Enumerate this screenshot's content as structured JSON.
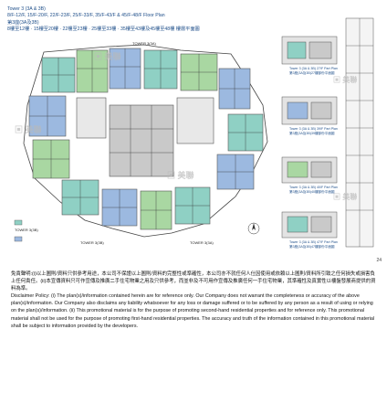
{
  "header": {
    "tower_title": "Tower 3 (3A & 3B)",
    "floors_line": "8/F-12/F, 15/F-20/F, 22/F-23/F, 25/F-33/F, 35/F-43/F & 45/F-48/F   Floor Plan",
    "zh_tower": "第3座(3A及3B)",
    "zh_floors": "8樓至12樓 · 15樓至20樓 · 22樓至23樓 · 25樓至33樓 · 35樓至43樓及45樓至48樓   樓層平面圖"
  },
  "side_labels": [
    {
      "en": "Tower 3 (3A & 3B) 27/F Part Plan",
      "zh": "第3座(3A及3B)27樓部份平面圖"
    },
    {
      "en": "Tower 3 (3A & 3B) 39/F Part Plan",
      "zh": "第3座(3A及3B)39樓部份平面圖"
    },
    {
      "en": "Tower 3 (3A & 3B) 40/F Part Plan",
      "zh": "第3座(3A及3B)40樓部份平面圖"
    },
    {
      "en": "Tower 3 (3A & 3B) 47/F Part Plan",
      "zh": "第3座(3A及3B)47樓部份平面圖"
    }
  ],
  "plan_labels": {
    "tower3a_top": "TOWER 3(3A)",
    "tower3b_bottom": "TOWER 3(3B)",
    "tower3a_bottom": "TOWER 3(3A)",
    "tower_3b_side": "TOWER 3(3B)"
  },
  "page_number": "24",
  "disclaimer": {
    "zh": "免責聲明:(i)以上圖則/資料只供參考用途，本公司不保證以上圖則/資料的完整性或準確性，本公司亦不就任何人仕因使用或依賴以上圖則/資料所引致之任何損失或損害負上任何責任。(ii)本宣傳資料只可作宣傳及推廣二手住宅物業之用及只供參考，而並非及不可用作宣傳及推廣任何一手住宅物業，其準確性及真實性以樓盤發展商提供的資料為準。",
    "en": "Disclaimer Policy: (i) The plan(s)/information contained herein are for reference only. Our Company does not warrant the completeness or accuracy of the above plan(s)/information. Our Company also disclaims any liability whatsoever for any loss or damage suffered or to be suffered by any person as a result of using or relying on the plan(s)/information. (ii) This promotional material is for the purpose of promoting second-hand residential properties and for reference only. This promotional material shall not be used for the purpose of promoting first-hand residential properties. The accuracy and truth of the information contained in this promotional material shall be subject to information provided by the developers."
  },
  "colors": {
    "heading_blue": "#1f4f8a",
    "unit_teal": "#8fd0c4",
    "unit_green": "#a9d7a2",
    "unit_blue": "#9cb9e0",
    "unit_gray": "#c9c9c9",
    "wall": "#444444"
  }
}
